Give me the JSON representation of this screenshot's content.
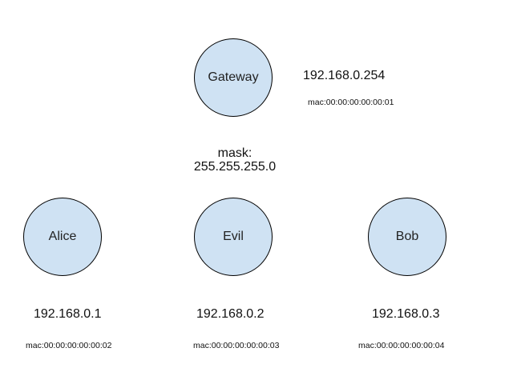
{
  "colors": {
    "node_fill": "#cfe2f3",
    "node_stroke": "#000000",
    "background": "#ffffff"
  },
  "network": {
    "mask_label": "mask:",
    "mask_value": "255.255.255.0"
  },
  "nodes": {
    "gateway": {
      "label": "Gateway",
      "ip": "192.168.0.254",
      "mac": "mac:00:00:00:00:00:01"
    },
    "alice": {
      "label": "Alice",
      "ip": "192.168.0.1",
      "mac": "mac:00:00:00:00:00:02"
    },
    "evil": {
      "label": "Evil",
      "ip": "192.168.0.2",
      "mac": "mac:00:00:00:00:00:03"
    },
    "bob": {
      "label": "Bob",
      "ip": "192.168.0.3",
      "mac": "mac:00:00:00:00:00:04"
    }
  }
}
